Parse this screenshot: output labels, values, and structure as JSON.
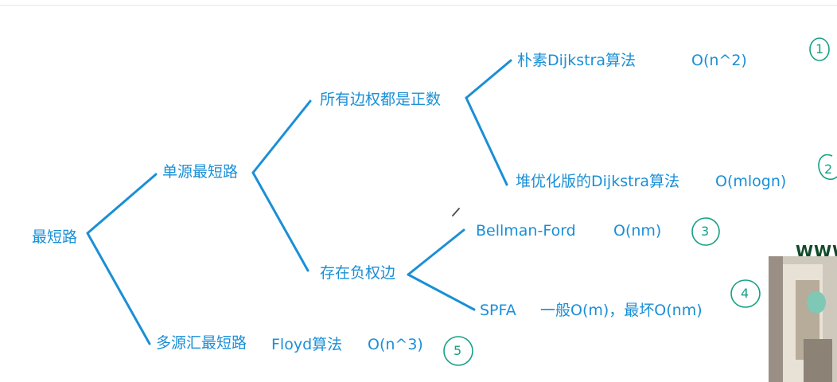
{
  "nodes": {
    "root": "最短路",
    "single_source": "单源最短路",
    "multi_source": "多源汇最短路",
    "all_positive": "所有边权都是正数",
    "negative_edges": "存在负权边",
    "naive_dijkstra": "朴素Dijkstra算法",
    "heap_dijkstra": "堆优化版的Dijkstra算法",
    "bellman_ford": "Bellman-Ford",
    "spfa": "SPFA",
    "floyd": "Floyd算法"
  },
  "complexities": {
    "naive_dijkstra": "O(n^2)",
    "heap_dijkstra": "O(mlogn)",
    "bellman_ford": "O(nm)",
    "spfa": "一般O(m)，最坏O(nm)",
    "floyd": "O(n^3)"
  },
  "annotations": {
    "n1": "1",
    "n2": "2",
    "n3": "3",
    "n4": "4",
    "n5": "5"
  },
  "webcam": {
    "url_fragment": "WWW"
  },
  "colors": {
    "line": "#1a8fd6",
    "text": "#1a8fd6",
    "annotation": "#16a085"
  }
}
